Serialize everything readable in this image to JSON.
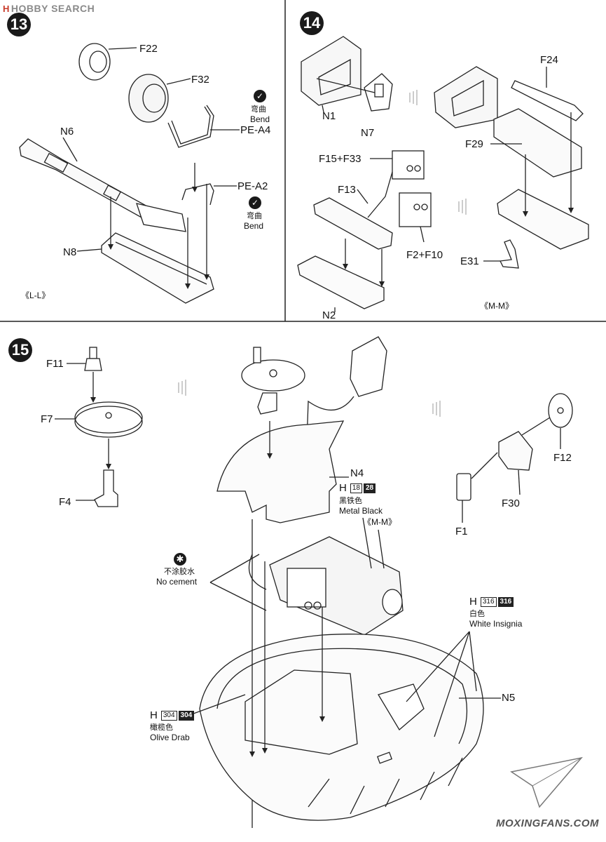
{
  "watermark_top": "HOBBY SEARCH",
  "watermark_top_badge": "H",
  "watermark_bottom": "MOXINGFANS.COM",
  "step13": {
    "number": "13",
    "parts": [
      "F22",
      "F32",
      "PE-A4",
      "N6",
      "PE-A2",
      "N8"
    ],
    "bend_cn": "弯曲",
    "bend_en": "Bend",
    "view_label": "《L-L》"
  },
  "step14": {
    "number": "14",
    "parts": [
      "N1",
      "N7",
      "F24",
      "F29",
      "F15+F33",
      "F13",
      "F2+F10",
      "E31",
      "N2"
    ],
    "view_label": "《M-M》"
  },
  "step15": {
    "number": "15",
    "parts": [
      "F11",
      "F7",
      "F4",
      "N4",
      "F12",
      "F30",
      "F1",
      "N5"
    ],
    "nocement_cn": "不涂胶水",
    "nocement_en": "No cement",
    "paints": [
      {
        "letter": "H",
        "code1": "18",
        "code2": "28",
        "cn": "黑铁色",
        "en": "Metal  Black",
        "view": "《M-M》"
      },
      {
        "letter": "H",
        "code1": "316",
        "code2": "316",
        "cn": "白色",
        "en": "White Insignia"
      },
      {
        "letter": "H",
        "code1": "304",
        "code2": "304",
        "cn": "橄榄色",
        "en": "Olive Drab"
      }
    ]
  }
}
